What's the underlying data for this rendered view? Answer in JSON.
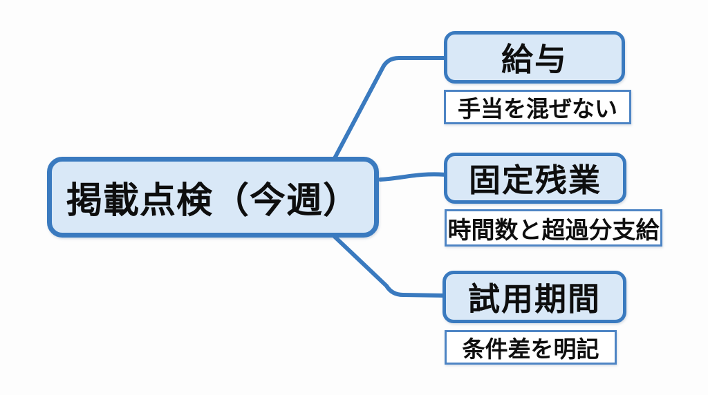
{
  "diagram": {
    "type": "mindmap",
    "root": {
      "label": "掲載点検（今週）"
    },
    "branches": [
      {
        "label": "給与",
        "note": "手当を混ぜない"
      },
      {
        "label": "固定残業",
        "note": "時間数と超過分支給"
      },
      {
        "label": "試用期間",
        "note": "条件差を明記"
      }
    ],
    "colors": {
      "accent": "#3a7abf",
      "node_fill": "#d9e8f7",
      "note_border": "#4d84c4",
      "text": "#0e0e0e",
      "background": "#fdfdfd"
    }
  }
}
